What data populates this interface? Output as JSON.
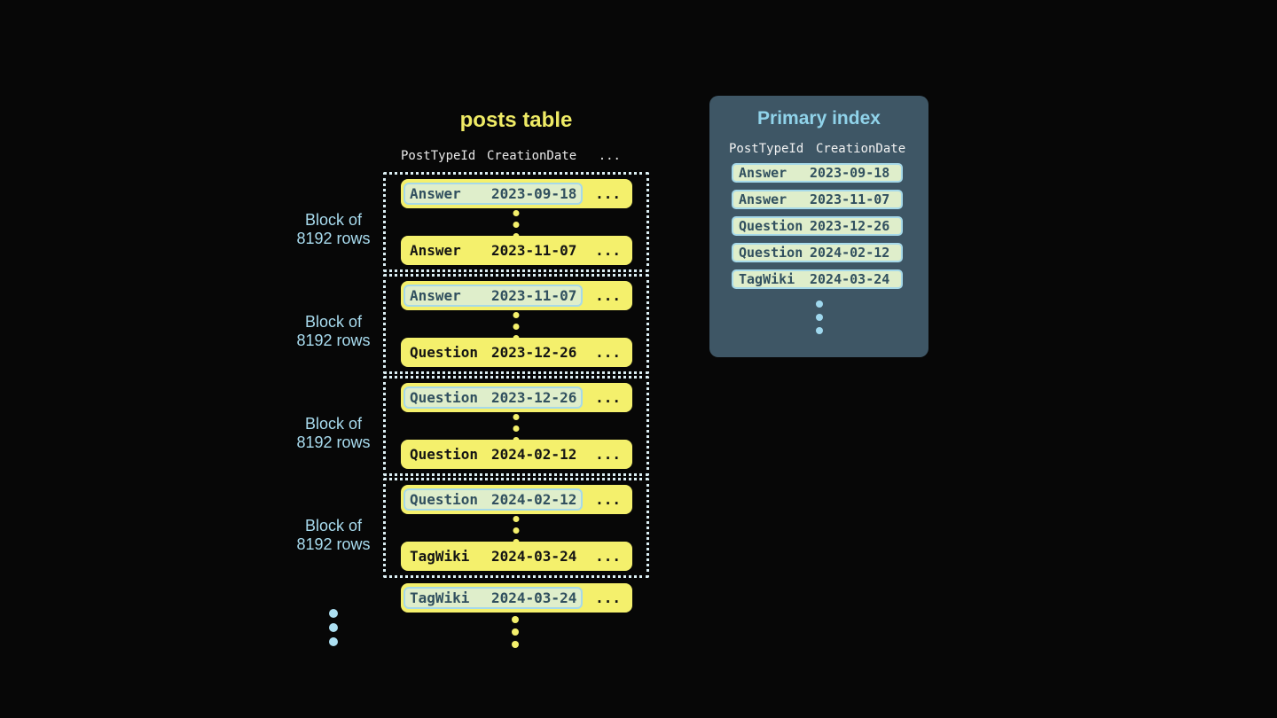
{
  "colors": {
    "background": "#070707",
    "row_yellow": "#F4F06C",
    "title_yellow": "#EFEB65",
    "highlight_fill": "#DFEECB",
    "highlight_border": "#A6D9E9",
    "highlight_text": "#31505F",
    "dotted_border": "#DCEFF4",
    "label_blue": "#A9DCEF",
    "panel_background": "#3E5665",
    "panel_title_blue": "#90D3EA",
    "header_text": "#E9E9E9",
    "dot_blue": "#ADE0F2"
  },
  "posts_table": {
    "title": "posts table",
    "columns": {
      "col1": "PostTypeId",
      "col2": "CreationDate",
      "col3": "..."
    },
    "row_ellipsis": "...",
    "block_label": {
      "line1": "Block of",
      "line2": "8192 rows"
    },
    "blocks": [
      {
        "first": {
          "type": "Answer",
          "date": "2023-09-18"
        },
        "last": {
          "type": "Answer",
          "date": "2023-11-07"
        }
      },
      {
        "first": {
          "type": "Answer",
          "date": "2023-11-07"
        },
        "last": {
          "type": "Question",
          "date": "2023-12-26"
        }
      },
      {
        "first": {
          "type": "Question",
          "date": "2023-12-26"
        },
        "last": {
          "type": "Question",
          "date": "2024-02-12"
        }
      },
      {
        "first": {
          "type": "Question",
          "date": "2024-02-12"
        },
        "last": {
          "type": "TagWiki",
          "date": "2024-03-24"
        }
      }
    ],
    "overflow_row": {
      "type": "TagWiki",
      "date": "2024-03-24"
    }
  },
  "primary_index": {
    "title": "Primary index",
    "columns": {
      "col1": "PostTypeId",
      "col2": "CreationDate"
    },
    "rows": [
      {
        "type": "Answer",
        "date": "2023-09-18"
      },
      {
        "type": "Answer",
        "date": "2023-11-07"
      },
      {
        "type": "Question",
        "date": "2023-12-26"
      },
      {
        "type": "Question",
        "date": "2024-02-12"
      },
      {
        "type": "TagWiki",
        "date": "2024-03-24"
      }
    ]
  }
}
